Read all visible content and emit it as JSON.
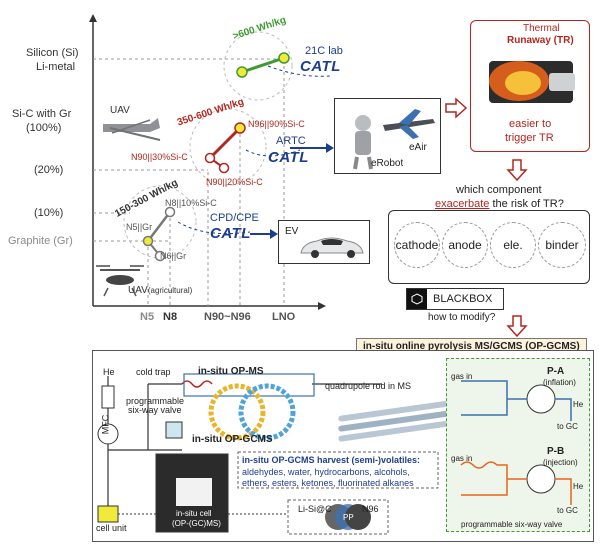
{
  "y_axis": {
    "silicon": "Silicon (Si)",
    "li_metal": "Li-metal",
    "si_c": "Si-C with Gr",
    "p100": "(100%)",
    "p20": "(20%)",
    "p10": "(10%)",
    "graphite": "Graphite (Gr)"
  },
  "x_axis": {
    "n5": "N5",
    "n8": "N8",
    "n90": "N90~N96",
    "lno": "LNO"
  },
  "regions": {
    "top": {
      "energy": ">600 Wh/kg",
      "lab": "21C lab",
      "brand": "CATL"
    },
    "mid": {
      "energy": "350-600 Wh/kg",
      "p1": "N96||90%Si-C",
      "p2": "N90||30%Si-C",
      "p3": "N90||20%Si-C",
      "tag": "ARTC",
      "brand": "CATL",
      "uav": "UAV"
    },
    "low": {
      "energy": "150-300 Wh/kg",
      "p1": "N8||10%Si-C",
      "p2": "N5||Gr",
      "p3": "N6||Gr",
      "tag": "CPD/CPE",
      "brand": "CATL",
      "uav": "UAV",
      "uav_sub": "(agricultural)"
    }
  },
  "robot_box": {
    "eair": "eAir",
    "erobot": "eRobot"
  },
  "ev_box": {
    "label": "EV"
  },
  "thermal": {
    "title1": "Thermal",
    "title2": "Runaway (TR)",
    "note1": "easier to",
    "note2": "trigger TR"
  },
  "question": {
    "line1": "which component",
    "line2_pre": "exacerbate",
    "line2_post": " the risk of TR?",
    "components": [
      "cathode",
      "anode",
      "ele.",
      "binder"
    ]
  },
  "blackbox": {
    "label": "BLACKBOX",
    "modify": "how to modify?"
  },
  "opgcms": {
    "banner": "in-situ online pyrolysis MS/GCMS (OP-GCMS)",
    "he": "He",
    "mfc": "MFC",
    "cold_trap": "cold trap",
    "prog_valve1": "programmable",
    "prog_valve2": "six-way valve",
    "op_ms": "in-situ OP-MS",
    "op_gcms": "in-situ OP-GCMS",
    "quadrupole": "quadrupole rod in MS",
    "harvest_title": "in-situ OP-GCMS harvest (semi-)volatiles:",
    "harvest_l1": "aldehydes, water, hydrocarbons, alcohols,",
    "harvest_l2": "ethers, esters, ketones, fluorinated alkanes",
    "cell_label1": "in-situ cell",
    "cell_label2": "(OP-(GC)MS)",
    "cell_unit": "cell unit",
    "li_si": "Li-Si@C",
    "pp": "PP",
    "n96": "N96",
    "valve_caption": "programmable six-way valve",
    "pa": {
      "title": "P-A",
      "sub": "(inflation)",
      "gas_in": "gas in",
      "he": "He",
      "gc": "to GC"
    },
    "pb": {
      "title": "P-B",
      "sub": "(injection)",
      "gas_in": "gas in",
      "he": "He",
      "gc": "to GC"
    }
  },
  "colors": {
    "red": "#b3261e",
    "green": "#3d9b2f",
    "navy": "#1d3d8f",
    "yellow": "#f1ea3a"
  }
}
